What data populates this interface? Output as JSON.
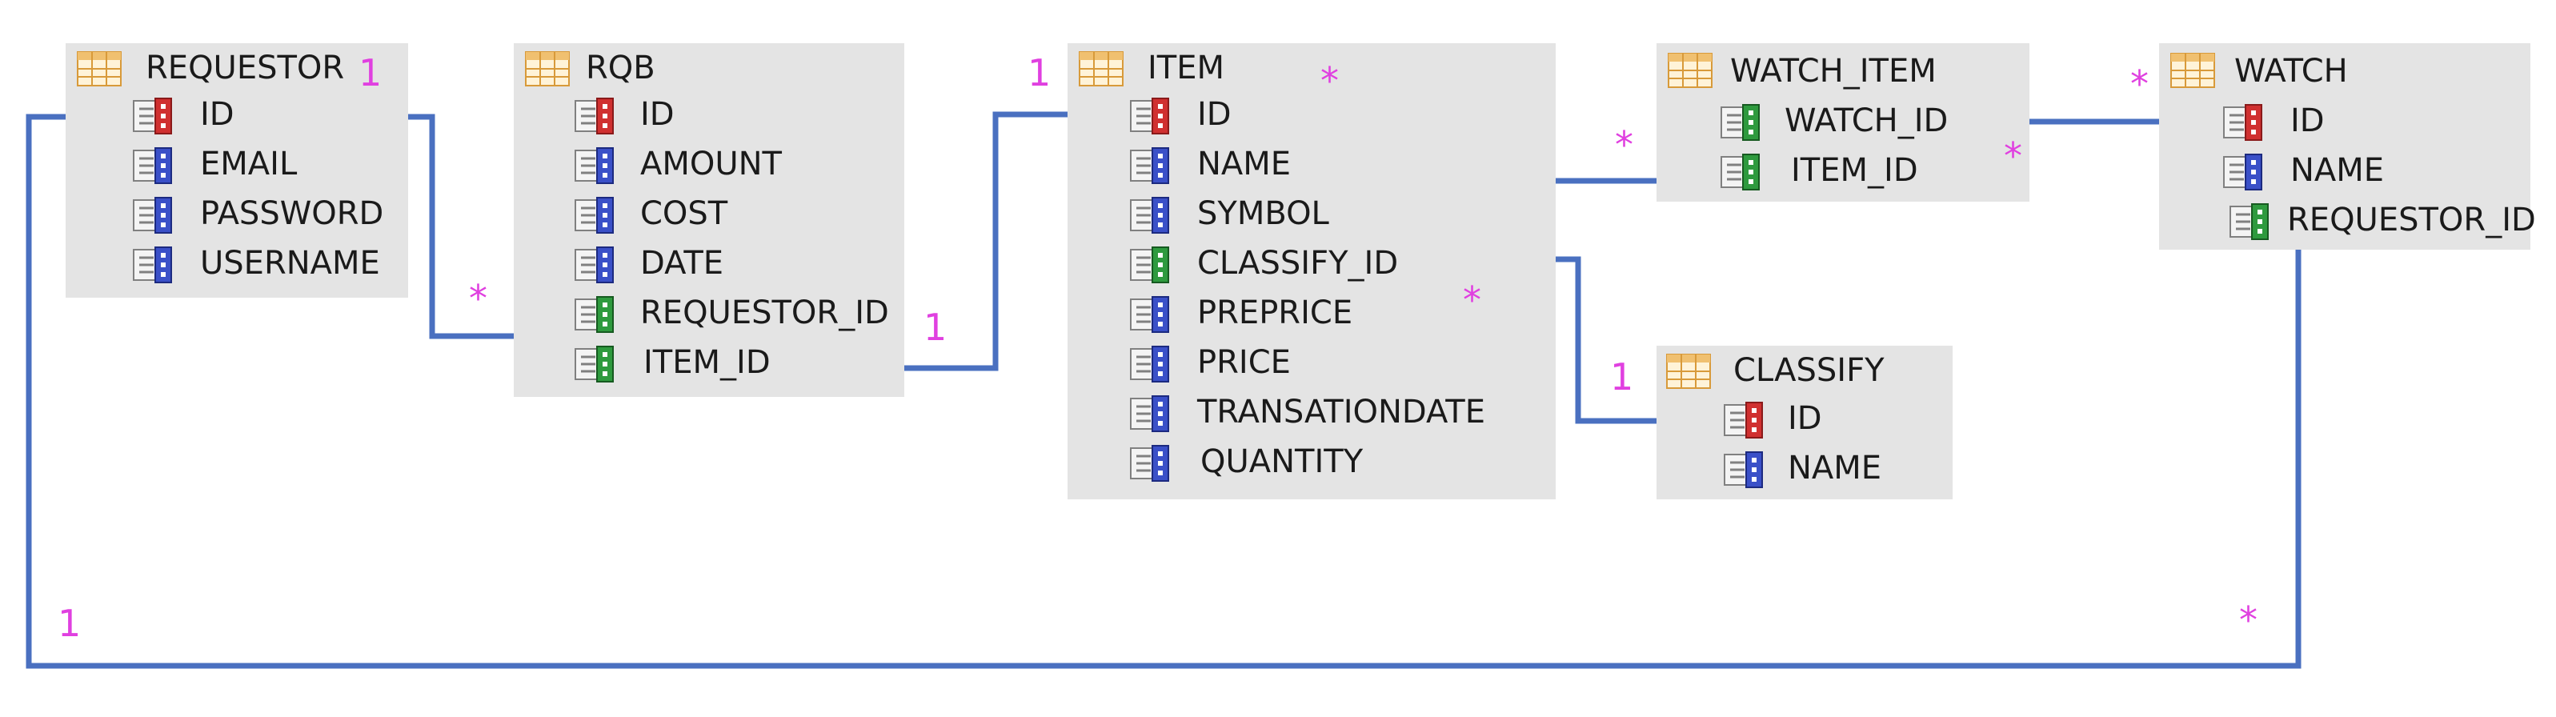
{
  "colors": {
    "entity_bg": "#e4e4e4",
    "connector": "#4a70c0",
    "cardinality": "#e040e0",
    "pk_key_icon": "#d03030",
    "fk_key_icon": "#2e9a3e",
    "attr_key_icon": "#3a50c8",
    "table_icon": "#e8b860"
  },
  "entities": {
    "requestor": {
      "title": "REQUESTOR",
      "fields": [
        {
          "name": "ID",
          "kind": "pk"
        },
        {
          "name": "EMAIL",
          "kind": "attr"
        },
        {
          "name": "PASSWORD",
          "kind": "attr"
        },
        {
          "name": "USERNAME",
          "kind": "attr"
        }
      ]
    },
    "rqb": {
      "title": "RQB",
      "fields": [
        {
          "name": "ID",
          "kind": "pk"
        },
        {
          "name": "AMOUNT",
          "kind": "attr"
        },
        {
          "name": "COST",
          "kind": "attr"
        },
        {
          "name": "DATE",
          "kind": "attr"
        },
        {
          "name": "REQUESTOR_ID",
          "kind": "fk"
        },
        {
          "name": "ITEM_ID",
          "kind": "fk"
        }
      ]
    },
    "item": {
      "title": "ITEM",
      "fields": [
        {
          "name": "ID",
          "kind": "pk"
        },
        {
          "name": "NAME",
          "kind": "attr"
        },
        {
          "name": "SYMBOL",
          "kind": "attr"
        },
        {
          "name": "CLASSIFY_ID",
          "kind": "fk"
        },
        {
          "name": "PREPRICE",
          "kind": "attr"
        },
        {
          "name": "PRICE",
          "kind": "attr"
        },
        {
          "name": "TRANSATIONDATE",
          "kind": "attr"
        },
        {
          "name": "QUANTITY",
          "kind": "attr"
        }
      ]
    },
    "watch_item": {
      "title": "WATCH_ITEM",
      "fields": [
        {
          "name": "WATCH_ID",
          "kind": "fk"
        },
        {
          "name": "ITEM_ID",
          "kind": "fk"
        }
      ]
    },
    "watch": {
      "title": "WATCH",
      "fields": [
        {
          "name": "ID",
          "kind": "pk"
        },
        {
          "name": "NAME",
          "kind": "attr"
        },
        {
          "name": "REQUESTOR_ID",
          "kind": "fk"
        }
      ]
    },
    "classify": {
      "title": "CLASSIFY",
      "fields": [
        {
          "name": "ID",
          "kind": "pk"
        },
        {
          "name": "NAME",
          "kind": "attr"
        }
      ]
    }
  },
  "relationships": [
    {
      "id": "requestor-rqb",
      "from": "REQUESTOR.ID",
      "to": "RQB.REQUESTOR_ID",
      "from_card": "1",
      "to_card": "*"
    },
    {
      "id": "item-rqb",
      "from": "ITEM.ID",
      "to": "RQB.ITEM_ID",
      "from_card": "1",
      "to_card": "1"
    },
    {
      "id": "item-watchitem",
      "from": "ITEM.ID",
      "to": "WATCH_ITEM.ITEM_ID",
      "from_card": "*",
      "to_card": "*"
    },
    {
      "id": "watch-watchitem",
      "from": "WATCH.ID",
      "to": "WATCH_ITEM.WATCH_ID",
      "from_card": "*",
      "to_card": "*"
    },
    {
      "id": "classify-item",
      "from": "CLASSIFY.ID",
      "to": "ITEM.CLASSIFY_ID",
      "from_card": "1",
      "to_card": "*"
    },
    {
      "id": "requestor-watch",
      "from": "REQUESTOR.ID",
      "to": "WATCH.REQUESTOR_ID",
      "from_card": "1",
      "to_card": "*"
    }
  ]
}
